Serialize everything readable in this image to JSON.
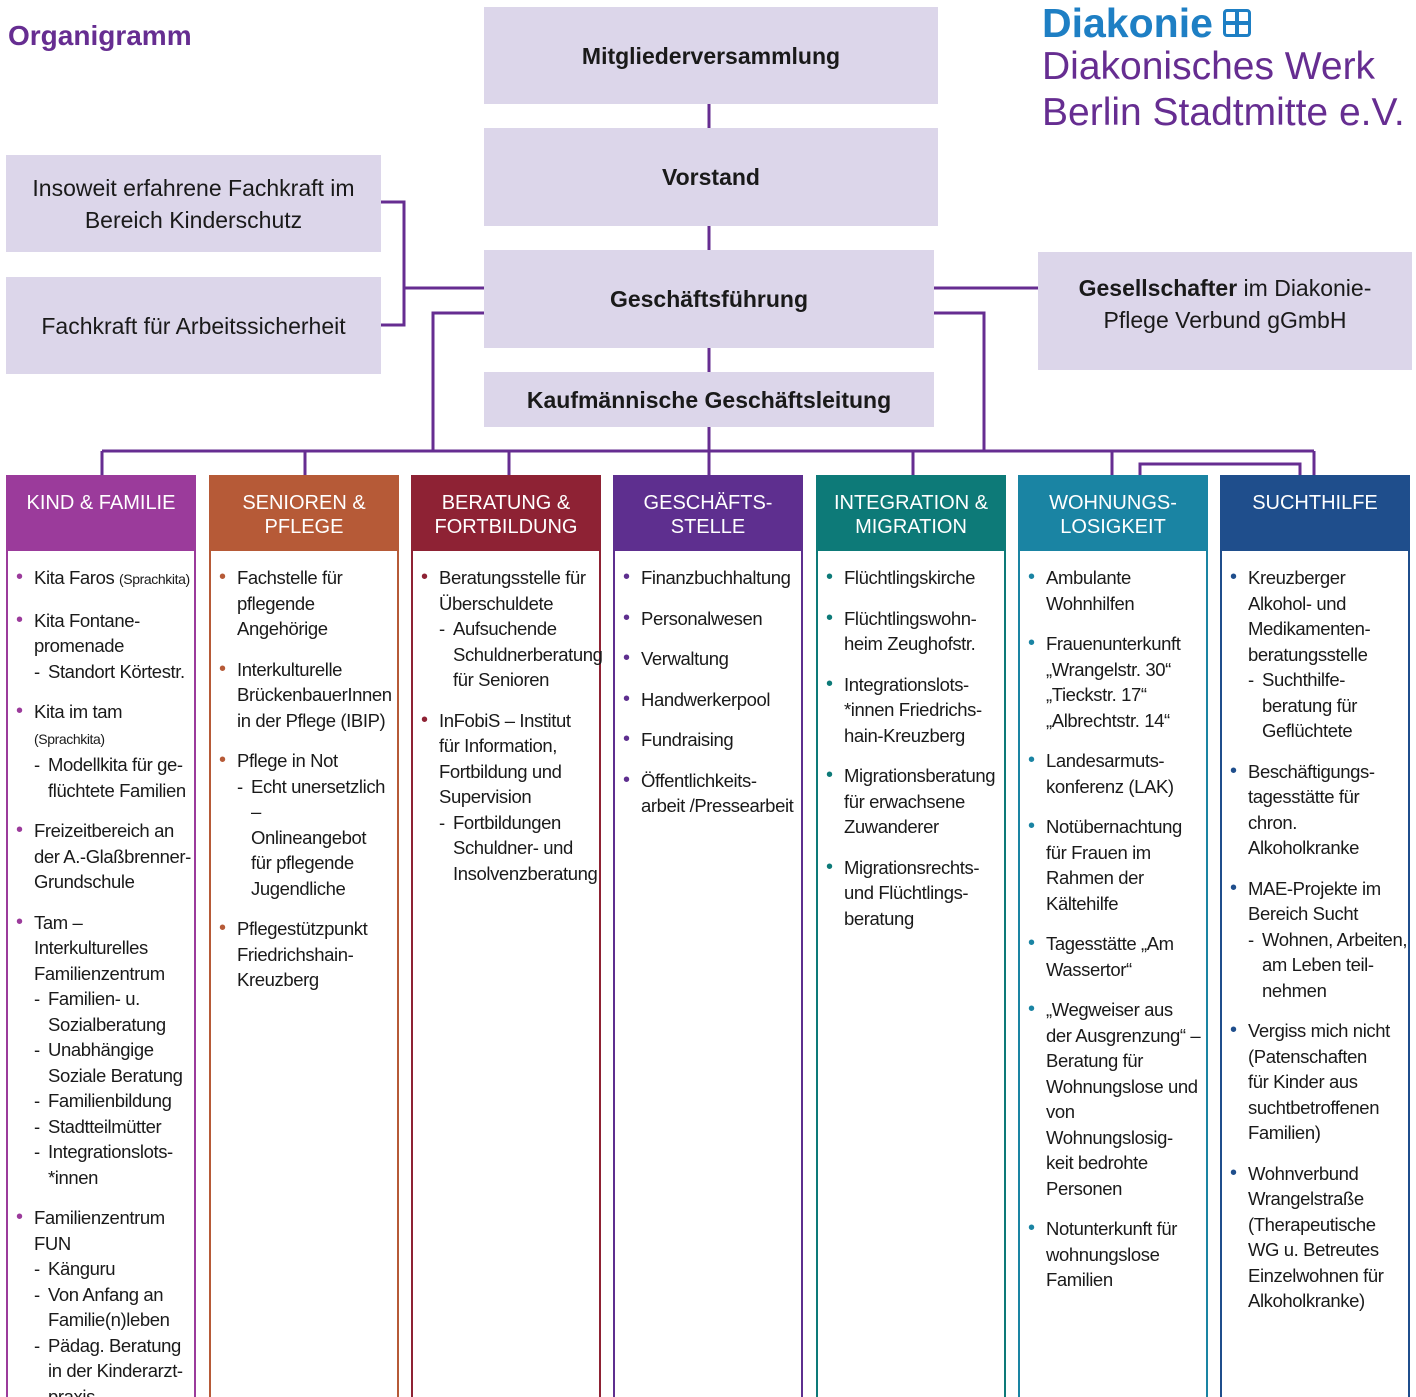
{
  "title": "Organigramm",
  "brand": {
    "name": "Diakonie",
    "line1": "Diakonisches Werk",
    "line2": "Berlin Stadtmitte e.V."
  },
  "boxes": {
    "mv": "Mitgliederversammlung",
    "vorstand": "Vorstand",
    "gf": "Geschäftsführung",
    "kgl": "Kaufmännische Geschäftsleitung",
    "kinderschutz": "Insoweit erfahrene Fachkraft im Bereich Kinderschutz",
    "arbeitssicherheit": "Fachkraft für Arbeitssicherheit",
    "gesellschafter_bold": "Gesellschafter",
    "gesellschafter_rest": " im Diakonie-Pflege Verbund gGmbH"
  },
  "colors": {
    "accent": "#662d91",
    "box": "#dcd6ea",
    "kind": "#9b3b9b",
    "senioren": "#b65a37",
    "beratung": "#8e2234",
    "geschaeft": "#5e2f8f",
    "integration": "#0d7a78",
    "wohnung": "#1a84a3",
    "sucht": "#1f4e8c"
  },
  "columns": [
    {
      "id": "kind",
      "header": "KIND & FAMILIE",
      "items": [
        {
          "text": "Kita Faros",
          "small": "(Sprachkita)"
        },
        {
          "text": "Kita Fontane-\npromenade",
          "subs": [
            "Standort Körtestr."
          ]
        },
        {
          "text": "Kita im tam",
          "small": "(Sprachkita)",
          "subs": [
            "Modellkita für ge-\nflüchtete Familien"
          ]
        },
        {
          "text": "Freizeitbereich an\nder A.-Glaßbrenner-\nGrundschule"
        },
        {
          "text": "Tam – Interkulturelles\nFamilienzentrum",
          "subs": [
            "Familien- u.\nSozialberatung",
            "Unabhängige\nSoziale Beratung",
            "Familienbildung",
            "Stadtteilmütter",
            "Integrationslots-\n*innen"
          ]
        },
        {
          "text": "Familienzentrum\nFUN",
          "subs": [
            "Känguru",
            "Von Anfang an\nFamilie(n)leben",
            "Pädag. Beratung\nin der Kinderarzt-\npraxis"
          ]
        }
      ]
    },
    {
      "id": "senioren",
      "header": "SENIOREN &\nPFLEGE",
      "items": [
        {
          "text": "Fachstelle für\npflegende\nAngehörige"
        },
        {
          "text": "Interkulturelle\nBrückenbauerInnen\nin der Pflege (IBIP)"
        },
        {
          "text": "Pflege in Not",
          "subs": [
            "Echt unersetzlich –\nOnlineangebot\nfür pflegende\nJugendliche"
          ]
        },
        {
          "text": "Pflegestützpunkt\nFriedrichshain-\nKreuzberg"
        }
      ]
    },
    {
      "id": "beratung",
      "header": "BERATUNG &\nFORTBILDUNG",
      "items": [
        {
          "text": "Beratungsstelle für\nÜberschuldete",
          "subs": [
            "Aufsuchende\nSchuldnerberatung\nfür Senioren"
          ]
        },
        {
          "text": "InFobiS – Institut\nfür Information,\nFortbildung und\nSupervision",
          "subs": [
            "Fortbildungen\nSchuldner- und\nInsolvenzberatung"
          ]
        }
      ]
    },
    {
      "id": "geschaeft",
      "header": "GESCHÄFTS-\nSTELLE",
      "items": [
        {
          "text": "Finanzbuchhaltung"
        },
        {
          "text": "Personalwesen"
        },
        {
          "text": "Verwaltung"
        },
        {
          "text": "Handwerkerpool"
        },
        {
          "text": "Fundraising"
        },
        {
          "text": "Öffentlichkeits-\narbeit /Pressearbeit"
        }
      ]
    },
    {
      "id": "integration",
      "header": "INTEGRATION &\nMIGRATION",
      "items": [
        {
          "text": "Flüchtlingskirche"
        },
        {
          "text": "Flüchtlingswohn-\nheim Zeughofstr."
        },
        {
          "text": "Integrationslots-\n*innen Friedrichs-\nhain-Kreuzberg"
        },
        {
          "text": "Migrationsberatung\nfür erwachsene\nZuwanderer"
        },
        {
          "text": "Migrationsrechts-\nund Flüchtlings-\nberatung"
        }
      ]
    },
    {
      "id": "wohnung",
      "header": "WOHNUNGS-\nLOSIGKEIT",
      "items": [
        {
          "text": "Ambulante\nWohnhilfen"
        },
        {
          "text": "Frauenunterkunft\n„Wrangelstr. 30“\n„Tieckstr. 17“\n„Albrechtstr. 14“"
        },
        {
          "text": "Landesarmuts-\nkonferenz (LAK)"
        },
        {
          "text": "Notübernachtung\nfür Frauen im\nRahmen der\nKältehilfe"
        },
        {
          "text": "Tagesstätte „Am\nWassertor“"
        },
        {
          "text": "„Wegweiser aus\nder Ausgrenzung“ –\nBeratung für\nWohnungslose und\nvon Wohnungslosig-\nkeit bedrohte\nPersonen"
        },
        {
          "text": "Notunterkunft für\nwohnungslose\nFamilien"
        }
      ]
    },
    {
      "id": "sucht",
      "header": "SUCHTHILFE",
      "items": [
        {
          "text": "Kreuzberger\nAlkohol- und\nMedikamenten-\nberatungsstelle",
          "subs": [
            "Suchthilfe-\nberatung für\nGeflüchtete"
          ]
        },
        {
          "text": "Beschäftigungs-\ntagesstätte für chron.\nAlkoholkranke"
        },
        {
          "text": "MAE-Projekte im\nBereich Sucht",
          "subs": [
            "Wohnen, Arbeiten,\nam Leben teil-\nnehmen"
          ]
        },
        {
          "text": "Vergiss mich nicht\n(Patenschaften\nfür Kinder aus\nsuchtbetroffenen\nFamilien)"
        },
        {
          "text": "Wohnverbund\nWrangelstraße\n(Therapeutische\nWG u. Betreutes\nEinzelwohnen für\nAlkoholkranke)"
        }
      ]
    }
  ]
}
